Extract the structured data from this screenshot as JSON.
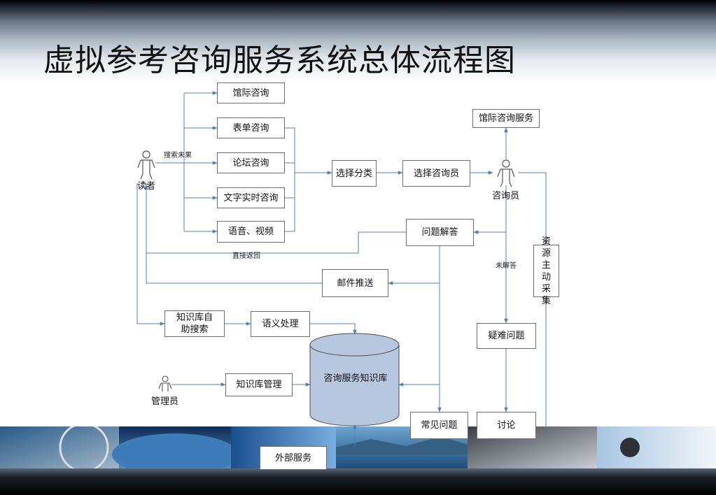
{
  "title": "虚拟参考咨询服务系统总体流程图",
  "colors": {
    "arrow": "#4f81bd",
    "database_fill": "#b8c7e0",
    "box_border": "#6d6d6d"
  },
  "actors": {
    "reader": "读者",
    "consultant": "咨询员",
    "admin": "管理员"
  },
  "channels": [
    "馆际咨询",
    "表单咨询",
    "论坛咨询",
    "文字实时咨询",
    "语音、视频"
  ],
  "nodes": {
    "select_category": "选择分类",
    "select_consultant": "选择咨询员",
    "interlibrary_service": "馆际咨询服务",
    "answer": "问题解答",
    "email_push": "邮件推送",
    "resource_collection": "资源主动采集",
    "kb_self_search": "知识库自助搜索",
    "semantic_processing": "语义处理",
    "knowledge_base": "咨询服务知识库",
    "difficult_questions": "疑难问题",
    "kb_management": "知识库管理",
    "faq": "常见问题",
    "discussion": "讨论",
    "external_service": "外部服务"
  },
  "edge_labels": {
    "search_failed": "搜索未果",
    "direct_return": "直接返回",
    "unanswered": "未解答"
  }
}
